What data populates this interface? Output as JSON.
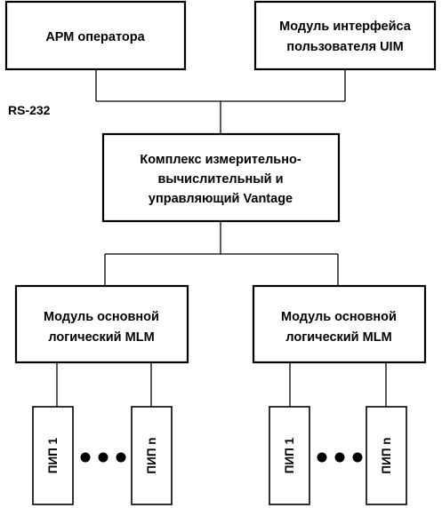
{
  "diagram": {
    "operator_workstation": {
      "label": "АРМ оператора"
    },
    "uim_module": {
      "lines": [
        "Модуль интерфейса",
        "пользователя UIM"
      ]
    },
    "interface_label": "RS-232",
    "vantage_complex": {
      "lines": [
        "Комплекс измерительно-",
        "вычислительный и",
        "управляющий Vantage"
      ]
    },
    "mlm_modules": [
      {
        "lines": [
          "Модуль основной",
          "логический MLM"
        ]
      },
      {
        "lines": [
          "Модуль основной",
          "логический MLM"
        ]
      }
    ],
    "sensor_groups": [
      {
        "first": "ПИП 1",
        "last": "ПИП n"
      },
      {
        "first": "ПИП 1",
        "last": "ПИП n"
      }
    ]
  }
}
